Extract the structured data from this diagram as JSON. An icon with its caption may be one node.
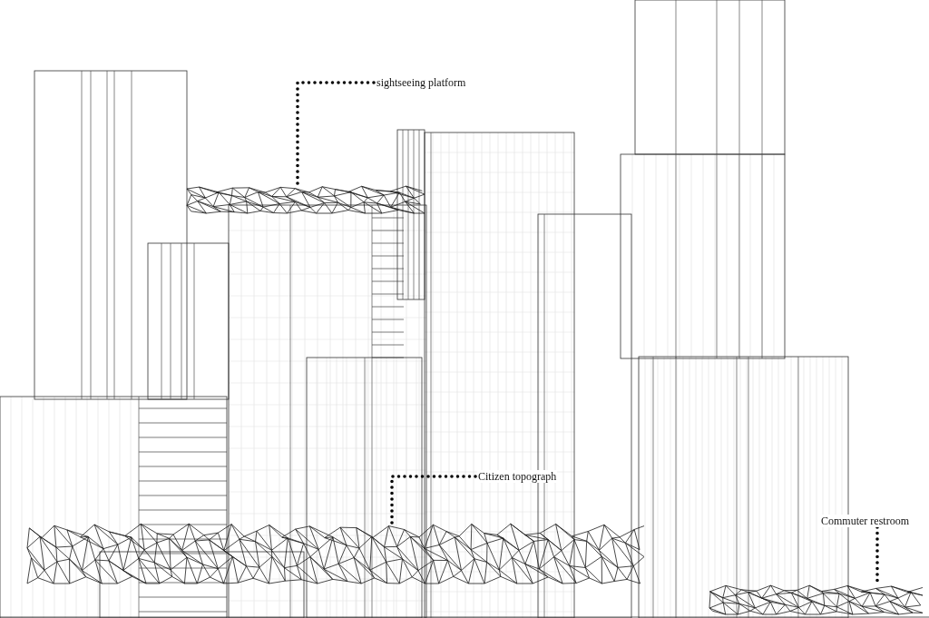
{
  "diagram": {
    "nodes": [
      {
        "text": [
          "sightseeing platform"
        ]
      },
      {
        "text": [
          "Citizen topograph"
        ]
      },
      {
        "text": [
          "Commuter restroom"
        ]
      },
      {
        "text": [],
        "shape": "picture"
      },
      {
        "text": [],
        "shape": "picture"
      },
      {
        "text": [],
        "shape": "picture"
      }
    ],
    "edges": [
      {
        "from": 0,
        "to": 3,
        "arrow": "none"
      },
      {
        "from": 1,
        "to": 4,
        "arrow": "none"
      },
      {
        "from": 2,
        "to": 5,
        "arrow": "none"
      }
    ]
  }
}
